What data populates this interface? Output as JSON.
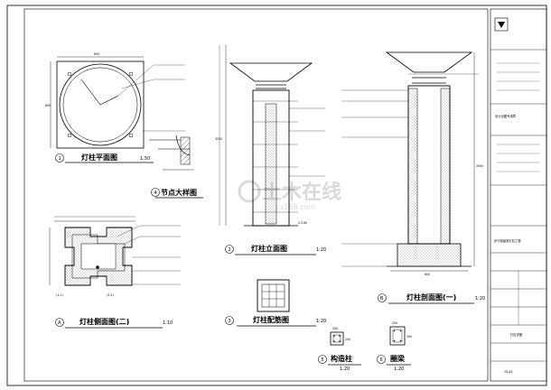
{
  "titles": {
    "plan": "灯柱平面图",
    "plan_scale": "1:50",
    "plan_no": "1",
    "node": "节点大样图",
    "node_no": "4",
    "elevation": "灯柱立面图",
    "elevation_scale": "1:20",
    "elevation_no": "2",
    "section2": "灯柱侧面图(二)",
    "section2_scale": "1:10",
    "section2_no": "A",
    "rebar": "灯柱配筋图",
    "rebar_scale": "1:20",
    "rebar_no": "3",
    "section1": "灯柱剖面图(一)",
    "section1_scale": "1:20",
    "section1_no": "B",
    "column": "构造柱",
    "column_scale": "1:20",
    "column_no": "5",
    "beam": "圈梁",
    "beam_scale": "1:20",
    "beam_no": "6",
    "cut1": "(1-1)",
    "cut2": "(2-2)"
  },
  "dims": {
    "plan_w": "600",
    "plan_h": "600",
    "elev_h": "3250",
    "sec_h": "3000",
    "sec_w": "600",
    "col_a": "200",
    "col_b": "200",
    "beam_a": "200",
    "beam_b": "300",
    "elev_base": "2.5.80"
  },
  "watermark": "土木在线",
  "watermark_sub": "co188.com",
  "title_block": {
    "stamp": "设计出图专用章",
    "project": "步行街景观灯柱工程",
    "drawing": "灯柱详图",
    "sheet": "YS-04"
  }
}
